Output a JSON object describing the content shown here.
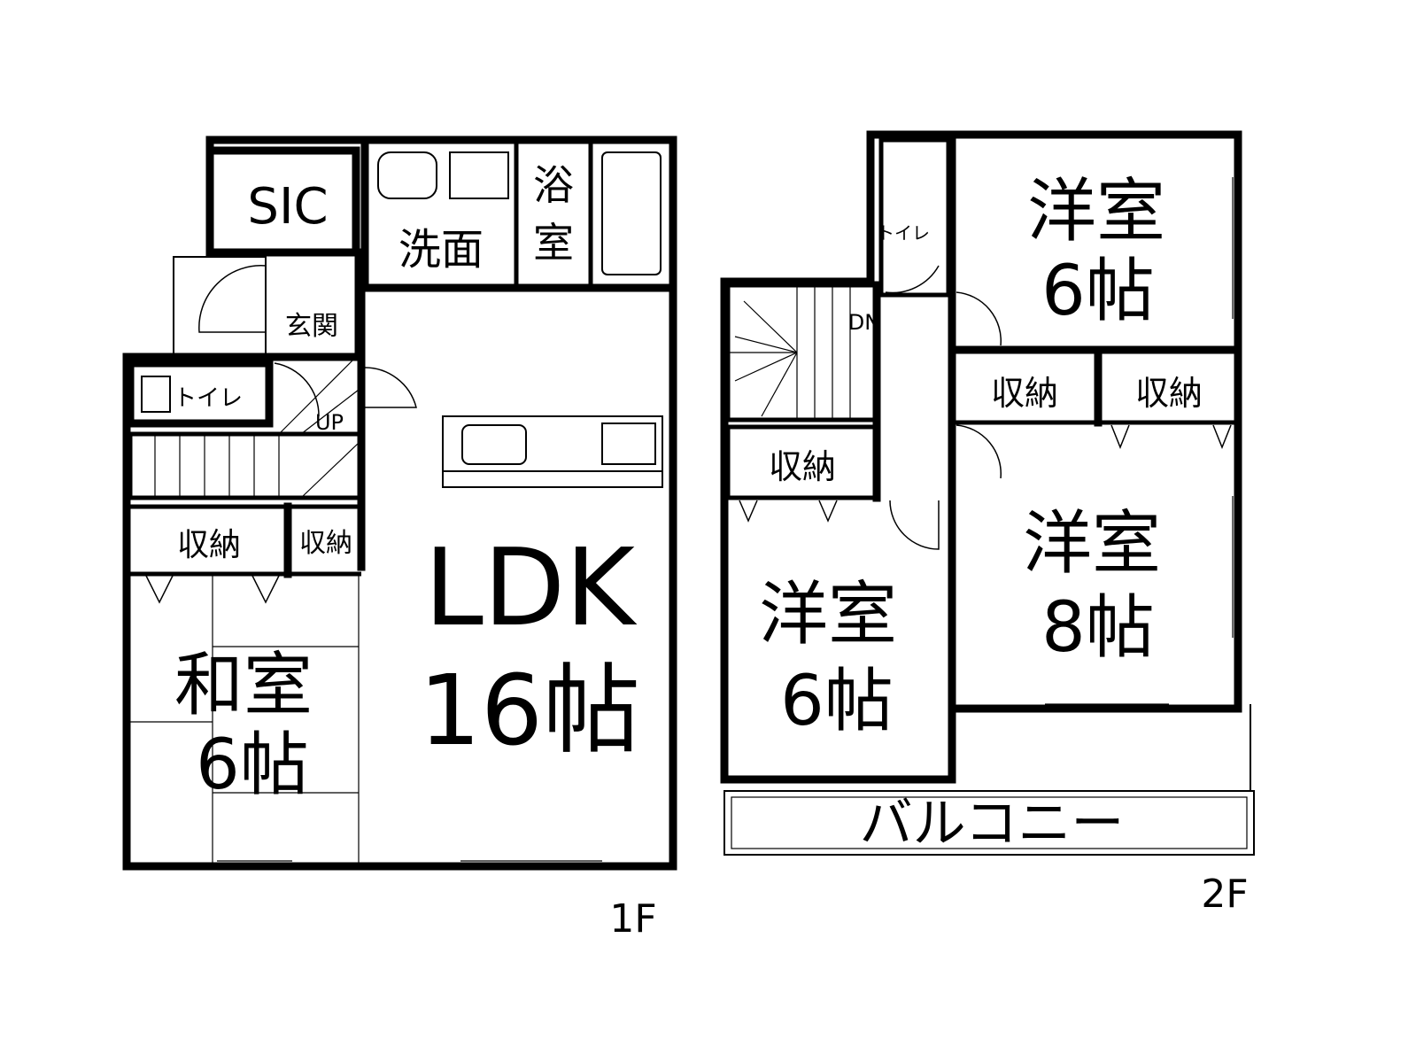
{
  "floor1": {
    "label": "1F",
    "rooms": {
      "sic": "SIC",
      "washroom": "洗面",
      "bath_1": "浴",
      "bath_2": "室",
      "entrance": "玄関",
      "toilet": "トイレ",
      "up": "UP",
      "storage_a": "収納",
      "storage_b": "収納",
      "ldk_1": "LDK",
      "ldk_2": "16帖",
      "washitsu_1": "和室",
      "washitsu_2": "6帖"
    }
  },
  "floor2": {
    "label": "2F",
    "rooms": {
      "toilet": "トイレ",
      "dn": "DN",
      "youshitsu_ne_1": "洋室",
      "youshitsu_ne_2": "6帖",
      "storage_a": "収納",
      "storage_b": "収納",
      "storage_c": "収納",
      "youshitsu_sw_1": "洋室",
      "youshitsu_sw_2": "6帖",
      "youshitsu_se_1": "洋室",
      "youshitsu_se_2": "8帖",
      "balcony": "バルコニー"
    }
  }
}
